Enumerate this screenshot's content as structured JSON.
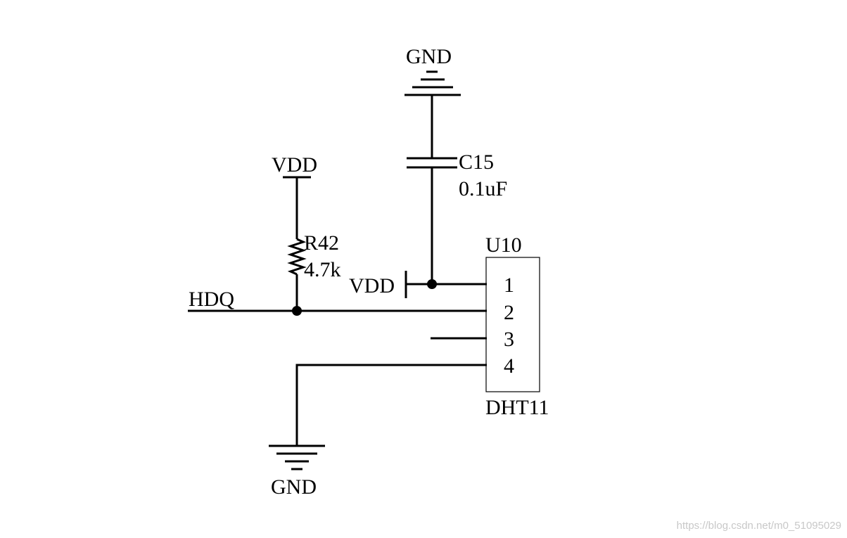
{
  "labels": {
    "gnd_top": "GND",
    "gnd_bottom": "GND",
    "vdd_resistor": "VDD",
    "vdd_pin": "VDD",
    "hdq": "HDQ",
    "resistor_ref": "R42",
    "resistor_value": "4.7k",
    "capacitor_ref": "C15",
    "capacitor_value": "0.1uF",
    "chip_ref": "U10",
    "chip_name": "DHT11",
    "pin1": "1",
    "pin2": "2",
    "pin3": "3",
    "pin4": "4"
  },
  "watermark": "https://blog.csdn.net/m0_51095029"
}
